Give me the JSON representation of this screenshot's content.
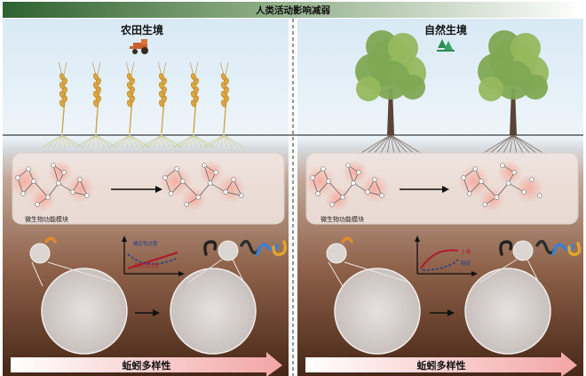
{
  "top_title": "人类活动影响减弱",
  "panels": {
    "farmland": {
      "title": "农田生境",
      "icon": "tractor-icon",
      "module_label": "微生物功能模块",
      "inset_curves": [
        {
          "label": "确定性过程",
          "color": "#1f3f8f"
        },
        {
          "label": "随机性过程",
          "color": "#b0182b"
        }
      ],
      "bottom_arrow_label": "蚯蚓多样性"
    },
    "natural": {
      "title": "自然生境",
      "icon": "forest-icon",
      "module_label": "微生物功能模块",
      "inset_curves": [
        {
          "label": "土壤",
          "color": "#b0182b"
        },
        {
          "label": "肠道",
          "color": "#1f3f8f"
        }
      ],
      "bottom_arrow_label": "蚯蚓多样性"
    }
  },
  "colors": {
    "sky": "#cfe3f2",
    "soil_top": "#9b705a",
    "soil_bottom": "#4b2b1b",
    "module_fill": "#f0e2dc",
    "node_pink": "#f8b2a8"
  }
}
